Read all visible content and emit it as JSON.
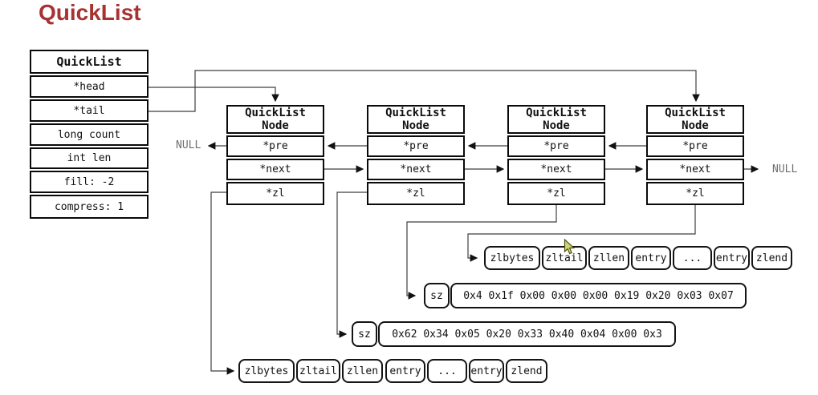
{
  "title": "QuickList",
  "quicklist": {
    "header": "QuickList",
    "fields": [
      "*head",
      "*tail",
      "long count",
      "int len",
      "fill: -2",
      "compress: 1"
    ]
  },
  "nodes": [
    {
      "header1": "QuickList",
      "header2": "Node",
      "pre": "*pre",
      "next": "*next",
      "zl": "*zl"
    },
    {
      "header1": "QuickList",
      "header2": "Node",
      "pre": "*pre",
      "next": "*next",
      "zl": "*zl"
    },
    {
      "header1": "QuickList",
      "header2": "Node",
      "pre": "*pre",
      "next": "*next",
      "zl": "*zl"
    },
    {
      "header1": "QuickList",
      "header2": "Node",
      "pre": "*pre",
      "next": "*next",
      "zl": "*zl"
    }
  ],
  "labels": {
    "null_left": "NULL",
    "null_right": "NULL"
  },
  "ziplist_top": {
    "cells": [
      "zlbytes",
      "zltail",
      "zllen",
      "entry",
      "...",
      "entry",
      "zlend"
    ]
  },
  "ziplist_bottom": {
    "cells": [
      "zlbytes",
      "zltail",
      "zllen",
      "entry",
      "...",
      "entry",
      "zlend"
    ]
  },
  "sz_rows": [
    {
      "label": "sz",
      "bytes": "0x4 0x1f 0x00 0x00 0x00 0x19 0x20 0x03 0x07"
    },
    {
      "label": "sz",
      "bytes": "0x62 0x34 0x05 0x20 0x33 0x40 0x04 0x00 0x3"
    }
  ],
  "colors": {
    "title": "#A83232",
    "line": "#3f3f3f",
    "null_text": "#6e6e6e"
  }
}
